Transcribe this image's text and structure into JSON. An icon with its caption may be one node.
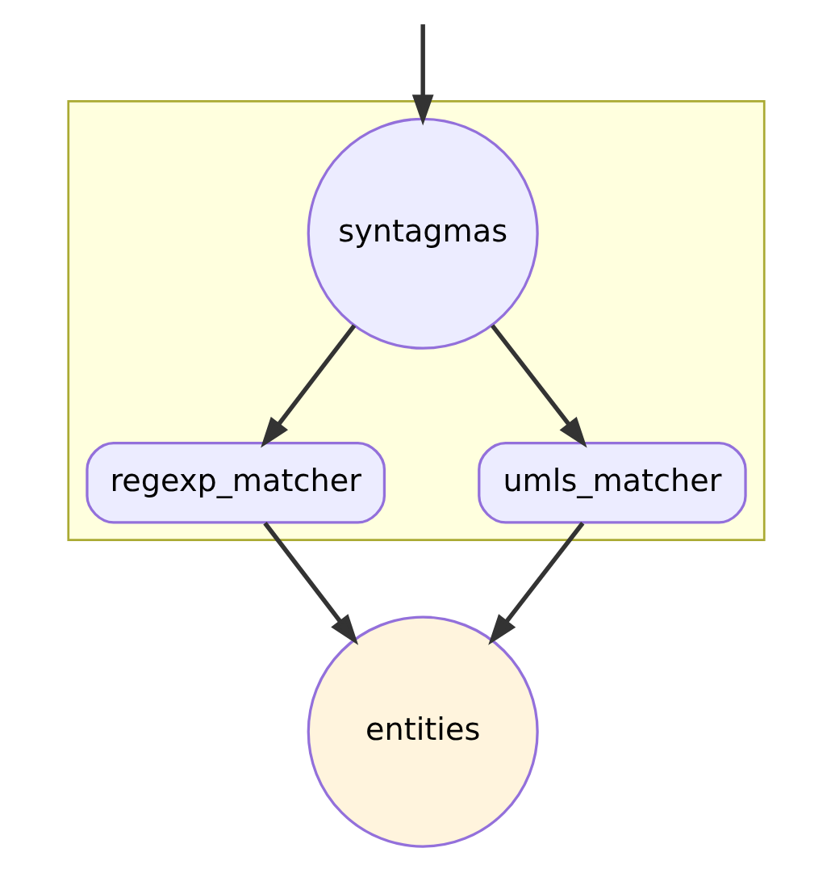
{
  "diagram": {
    "nodes": [
      {
        "text": [],
        "shape": "box"
      },
      {
        "text": [
          "syntagmas"
        ],
        "in": 0
      },
      {
        "text": [
          "regexp_matcher"
        ],
        "in": 0
      },
      {
        "text": [
          "umls_matcher"
        ],
        "in": 0
      },
      {
        "text": [
          "entities"
        ]
      }
    ],
    "edges": [
      {
        "from": null,
        "to": 1,
        "arrow": "to"
      },
      {
        "from": 1,
        "to": 2,
        "arrow": "to"
      },
      {
        "from": 1,
        "to": 3,
        "arrow": "to"
      },
      {
        "from": 2,
        "to": 4,
        "arrow": "to"
      },
      {
        "from": 3,
        "to": 4,
        "arrow": "to"
      }
    ]
  }
}
